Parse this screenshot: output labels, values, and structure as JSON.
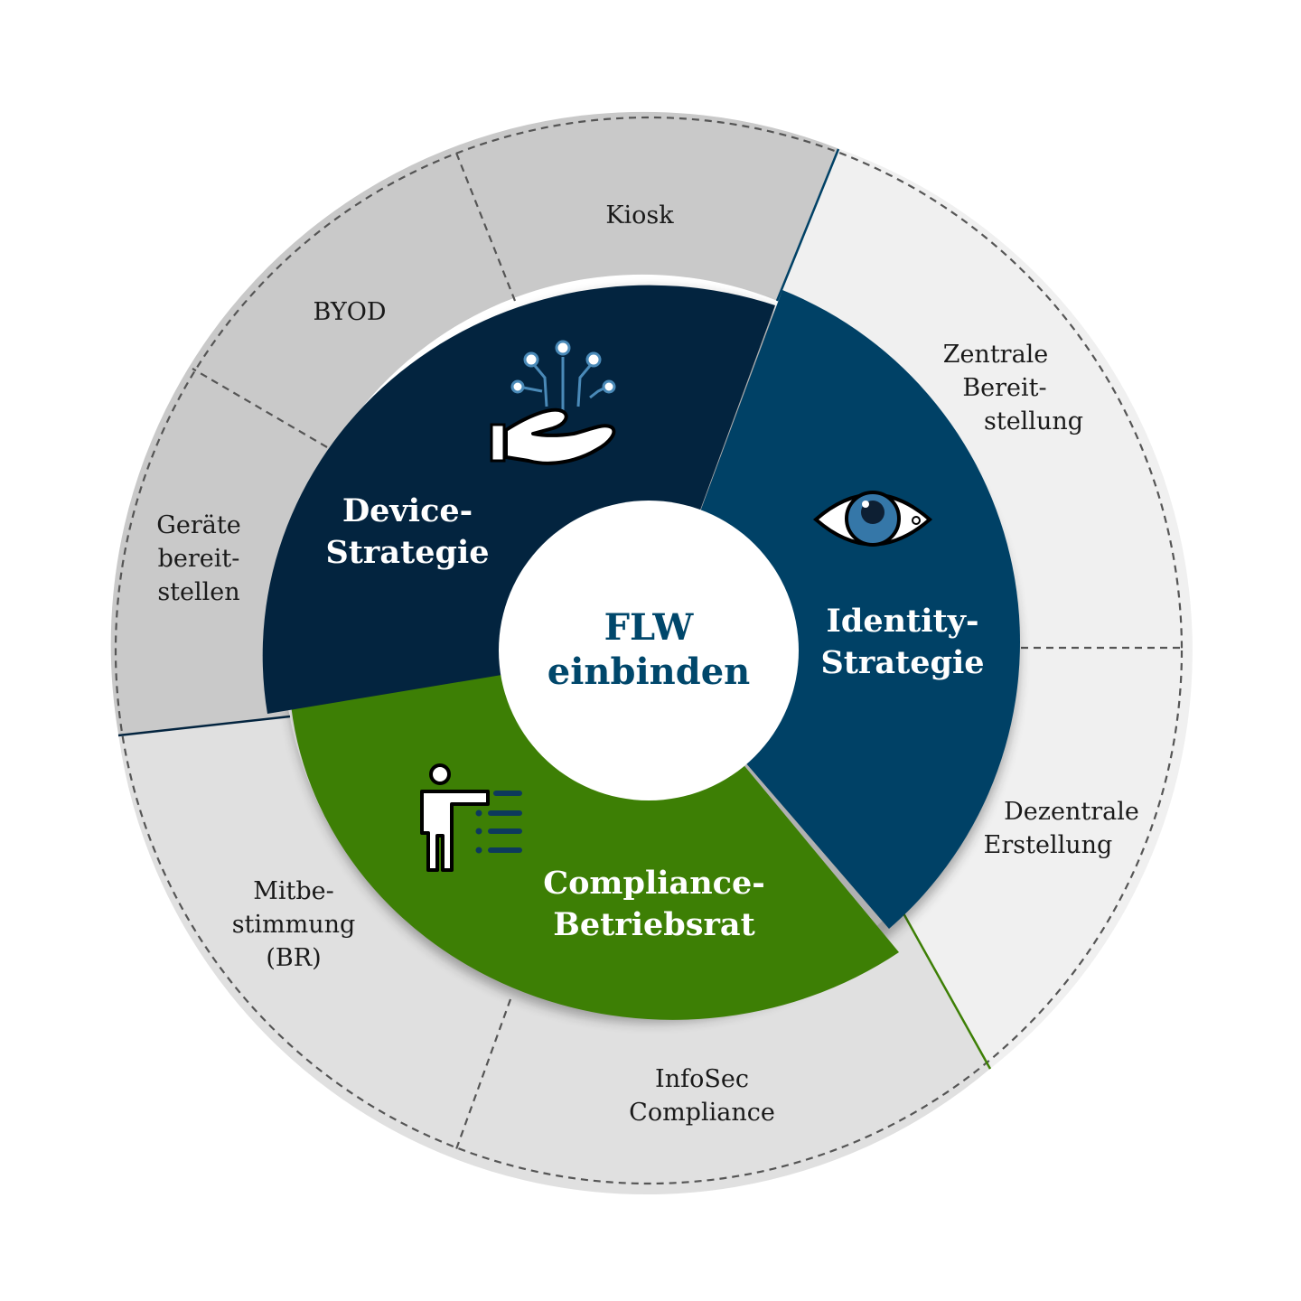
{
  "center": {
    "line1": "FLW",
    "line2": "einbinden",
    "color": "#00476b"
  },
  "segments": {
    "device": {
      "line1": "Device-",
      "line2": "Strategie",
      "color": "#03243f",
      "icon": "hand-network-icon"
    },
    "identity": {
      "line1": "Identity-",
      "line2": "Strategie",
      "color": "#004166",
      "icon": "eye-icon"
    },
    "compliance": {
      "line1": "Compliance-",
      "line2": "Betriebsrat",
      "color": "#3d7f05",
      "icon": "presenter-list-icon"
    }
  },
  "outer": {
    "kiosk": {
      "line1": "Kiosk"
    },
    "byod": {
      "line1": "BYOD"
    },
    "geraete": {
      "line1": "Geräte",
      "line2": "bereit-",
      "line3": "stellen"
    },
    "zentrale": {
      "line1": "Zentrale",
      "line2": "Bereit-",
      "line3": "stellung"
    },
    "dezentrale": {
      "line1": "Dezentrale",
      "line2": "Erstellung"
    },
    "infosec": {
      "line1": "InfoSec",
      "line2": "Compliance"
    },
    "mitbestimmung": {
      "line1": "Mitbe-",
      "line2": "stimmung",
      "line3": "(BR)"
    }
  },
  "colors": {
    "outer_device": "#c9c9c9",
    "outer_identity": "#f0f0f0",
    "outer_compliance": "#e0e0e0"
  }
}
